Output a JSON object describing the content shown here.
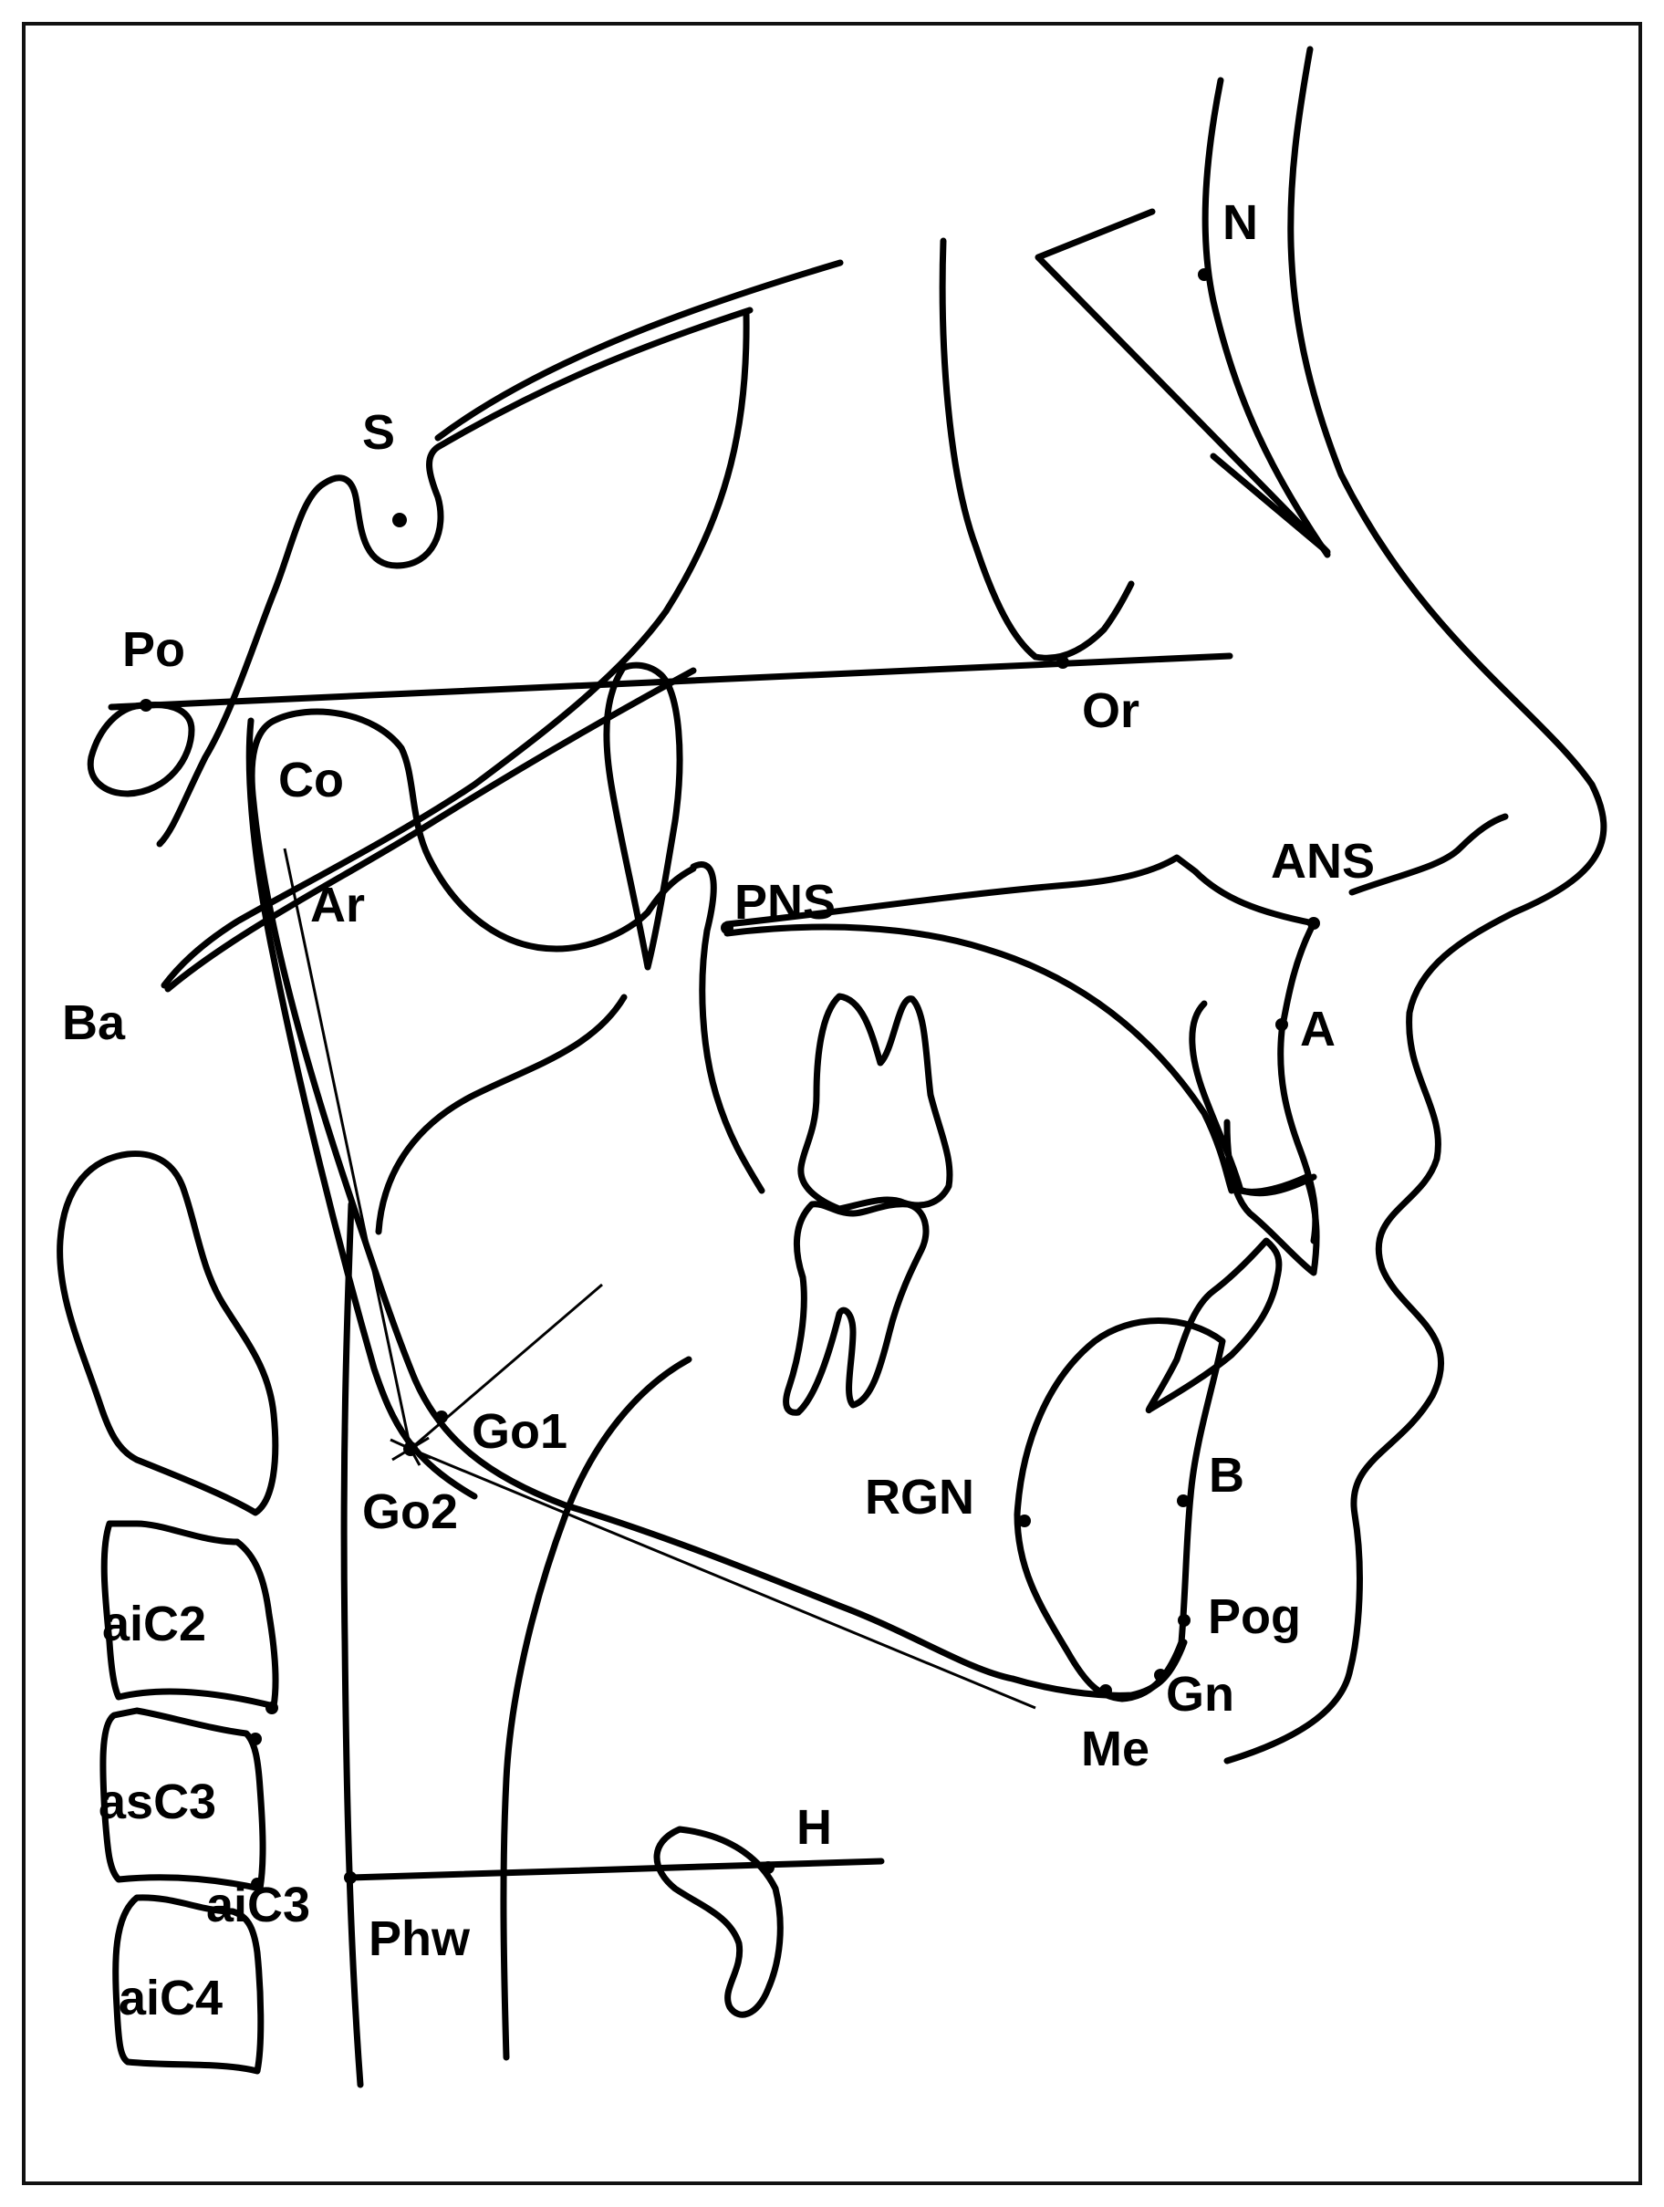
{
  "colors": {
    "ink": "#000000",
    "background": "#ffffff",
    "frame": "#111111"
  },
  "labels": {
    "N": "N",
    "S": "S",
    "Po": "Po",
    "Or": "Or",
    "Co": "Co",
    "Ar": "Ar",
    "ANS": "ANS",
    "PNS": "PNS",
    "A": "A",
    "Ba": "Ba",
    "Go1": "Go1",
    "Go2": "Go2",
    "RGN": "RGN",
    "B": "B",
    "Pog": "Pog",
    "Gn": "Gn",
    "Me": "Me",
    "H": "H",
    "Phw": "Phw",
    "aiC2": "aiC2",
    "asC3": "asC3",
    "aiC3": "aiC3",
    "aiC4": "aiC4"
  }
}
